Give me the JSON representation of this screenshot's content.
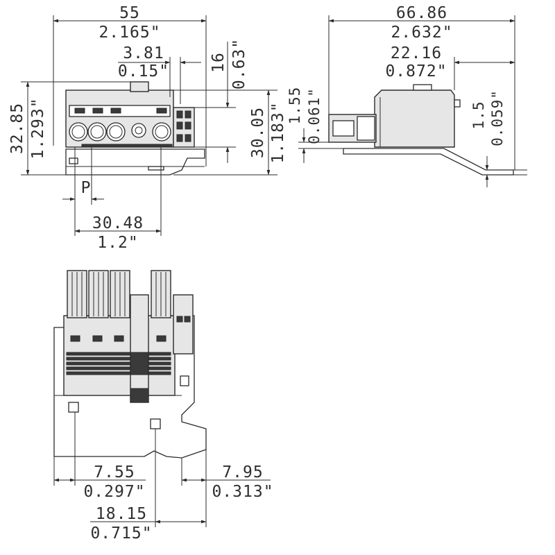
{
  "dimensions": {
    "width_mm": "55",
    "width_in": "2.165\"",
    "pitch_top_mm": "3.81",
    "pitch_top_in": "0.15\"",
    "side_gap_mm": "16",
    "side_gap_in": "0.63\"",
    "height_total_mm": "32.85",
    "height_total_in": "1.293\"",
    "height_body_mm": "30.05",
    "height_body_in": "1.183\"",
    "pitch_label": "P",
    "pin_span_mm": "30.48",
    "pin_span_in": "1.2\"",
    "side_length_mm": "66.86",
    "side_length_in": "2.632\"",
    "side_depth_mm": "22.16",
    "side_depth_in": "0.872\"",
    "thickness_a_mm": "1.55",
    "thickness_a_in": "0.061\"",
    "thickness_b_mm": "1.5",
    "thickness_b_in": "0.059\"",
    "bottom_left_mm": "7.55",
    "bottom_left_in": "0.297\"",
    "bottom_right_mm": "7.95",
    "bottom_right_in": "0.313\"",
    "bottom_span_mm": "18.15",
    "bottom_span_in": "0.715\""
  }
}
